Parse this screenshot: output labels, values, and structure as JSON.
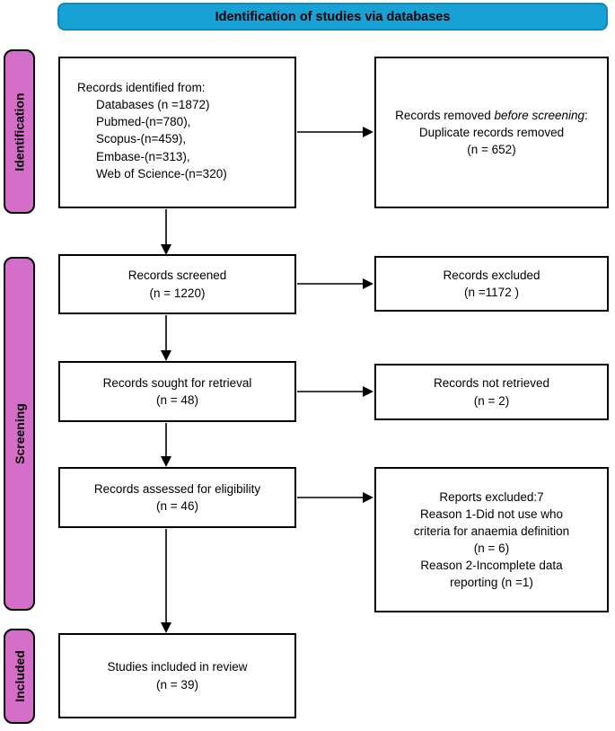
{
  "colors": {
    "banner_blue": "#18A1D5",
    "banner_border": "#0E89BC",
    "stage_pink": "#D56EC9",
    "line_black": "#000000"
  },
  "banner": {
    "title": "Identification of studies via databases"
  },
  "stages": {
    "identification": "Identification",
    "screening": "Screening",
    "included": "Included"
  },
  "boxes": {
    "identified": {
      "intro": "Records identified from:",
      "sources": [
        "Databases (n =1872)",
        "Pubmed-(n=780),",
        "Scopus-(n=459),",
        "Embase-(n=313),",
        "Web of Science-(n=320)"
      ]
    },
    "removed_before_screening": {
      "prefix": "Records removed ",
      "italic": "before screening",
      "suffix": ":",
      "detail": "Duplicate records removed",
      "count": "(n = 652)"
    },
    "screened": {
      "label": "Records screened",
      "count": "(n = 1220)"
    },
    "records_excluded": {
      "label": "Records excluded",
      "count": "(n =1172 )"
    },
    "sought": {
      "label": "Records sought for retrieval",
      "count": "(n = 48)"
    },
    "not_retrieved": {
      "label": "Records not retrieved",
      "count": "(n = 2)"
    },
    "assessed": {
      "label": "Records assessed for eligibility",
      "count": "(n = 46)"
    },
    "reports_excluded": {
      "lines": [
        "Reports excluded:7",
        "Reason 1-Did not use who",
        "criteria for anaemia definition",
        "(n = 6)",
        "Reason 2-Incomplete data",
        "reporting (n =1)"
      ]
    },
    "included_in_review": {
      "label": "Studies included in review",
      "count": "(n = 39)"
    }
  }
}
